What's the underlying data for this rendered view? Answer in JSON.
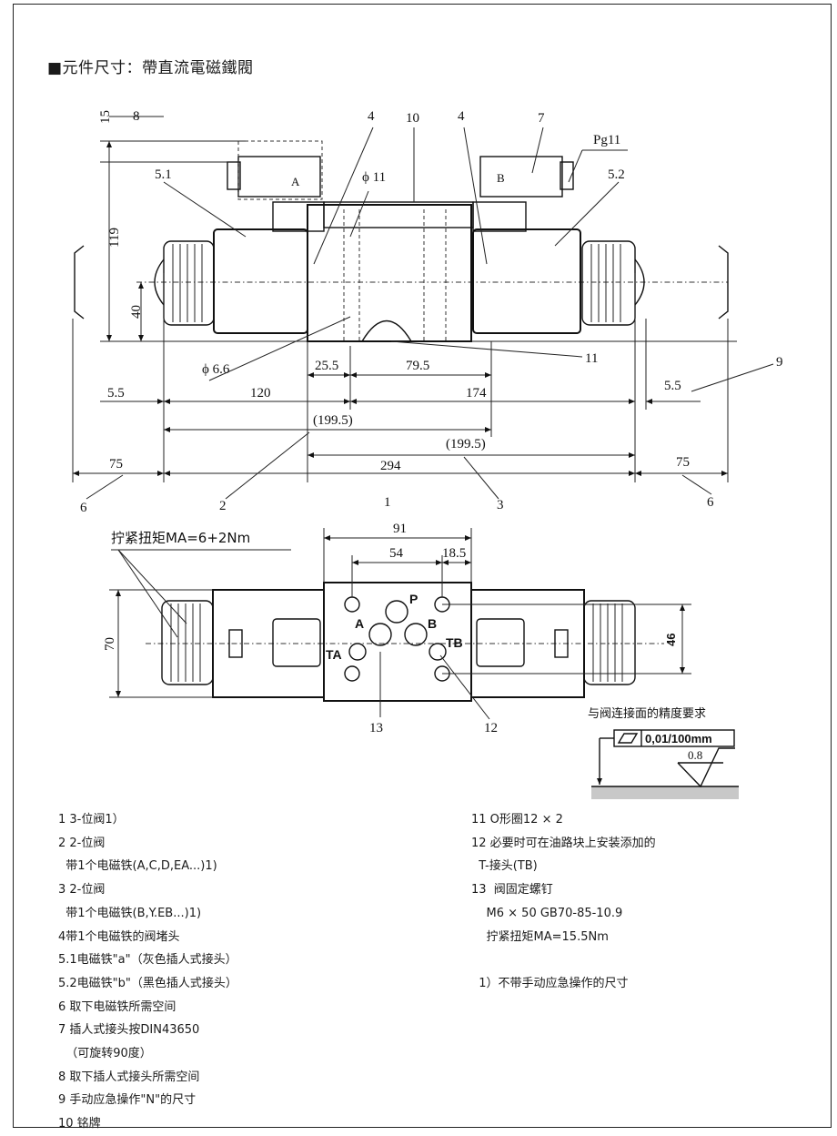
{
  "title": "■元件尺寸：帶直流電磁鐵閥",
  "side_view": {
    "dims": {
      "d15": "15",
      "d8": "8",
      "d119": "119",
      "d40": "40",
      "d5_5_left": "5.5",
      "d120": "120",
      "d25_5": "25.5",
      "d79_5": "79.5",
      "d174": "174",
      "d5_5_right": "5.5",
      "d199_5_a": "(199.5)",
      "d199_5_b": "(199.5)",
      "d75_left": "75",
      "d294": "294",
      "d75_right": "75",
      "phi11": "ϕ 11",
      "phi6_6": "ϕ 6.6",
      "pg11": "Pg11"
    },
    "labels": {
      "n4a": "4",
      "n10": "10",
      "n4b": "4",
      "n7": "7",
      "n5_1": "5.1",
      "n5_2": "5.2",
      "letterA": "A",
      "letterB": "B",
      "n11": "11",
      "n9": "9",
      "n6_left": "6",
      "n2": "2",
      "n1": "1",
      "n3": "3",
      "n6_right": "6"
    }
  },
  "top_view": {
    "torque": "拧紧扭矩MA=6+2Nm",
    "dims": {
      "d91": "91",
      "d54": "54",
      "d18_5": "18.5",
      "d70": "70",
      "d46": "46"
    },
    "ports": {
      "P": "P",
      "A": "A",
      "B": "B",
      "TA": "TA",
      "TB": "TB"
    },
    "labels": {
      "n13": "13",
      "n12": "12"
    }
  },
  "surface": {
    "caption": "与阀连接面的精度要求",
    "flatness": "0,01/100mm",
    "roughness": "0.8"
  },
  "legend_left": [
    "1 3-位阀1）",
    "2 2-位阀",
    "  带1个电磁铁(A,C,D,EA...)1)",
    "3 2-位阀",
    "  带1个电磁铁(B,Y.EB...)1)",
    "4带1个电磁铁的阀堵头",
    "5.1电磁铁\"a\"（灰色插人式接头）",
    "5.2电磁铁\"b\"（黑色插人式接头）",
    "6 取下电磁铁所需空间",
    "7 插人式接头按DIN43650",
    "  （可旋转90度）",
    "8 取下插人式接头所需空间",
    "9 手动应急操作\"N\"的尺寸",
    "10 铭牌"
  ],
  "legend_right": [
    "11 O形圈12 × 2",
    "12 必要时可在油路块上安装添加的",
    "  T-接头(TB)",
    "13  阀固定螺钉",
    "    M6 × 50 GB70-85-10.9",
    "    拧紧扭矩MA=15.5Nm",
    "",
    "  1）不带手动应急操作的尺寸"
  ]
}
